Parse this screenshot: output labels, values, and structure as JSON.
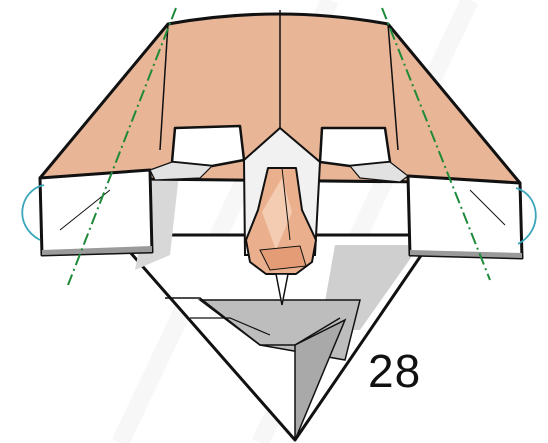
{
  "diagram": {
    "step_number": "28",
    "colors": {
      "paper_color": "#e8b597",
      "paper_white": "#ffffff",
      "shade_light": "#e6e6e6",
      "shade_mid": "#c9c9c9",
      "shade_dark": "#9a9a9a",
      "outline": "#111111",
      "fold_line": "#1e8a3a",
      "arrow": "#3aa6b9"
    },
    "symbols": [
      "mountain-fold-line",
      "mountain-fold-line",
      "turn-over-arrow",
      "turn-over-arrow"
    ]
  }
}
